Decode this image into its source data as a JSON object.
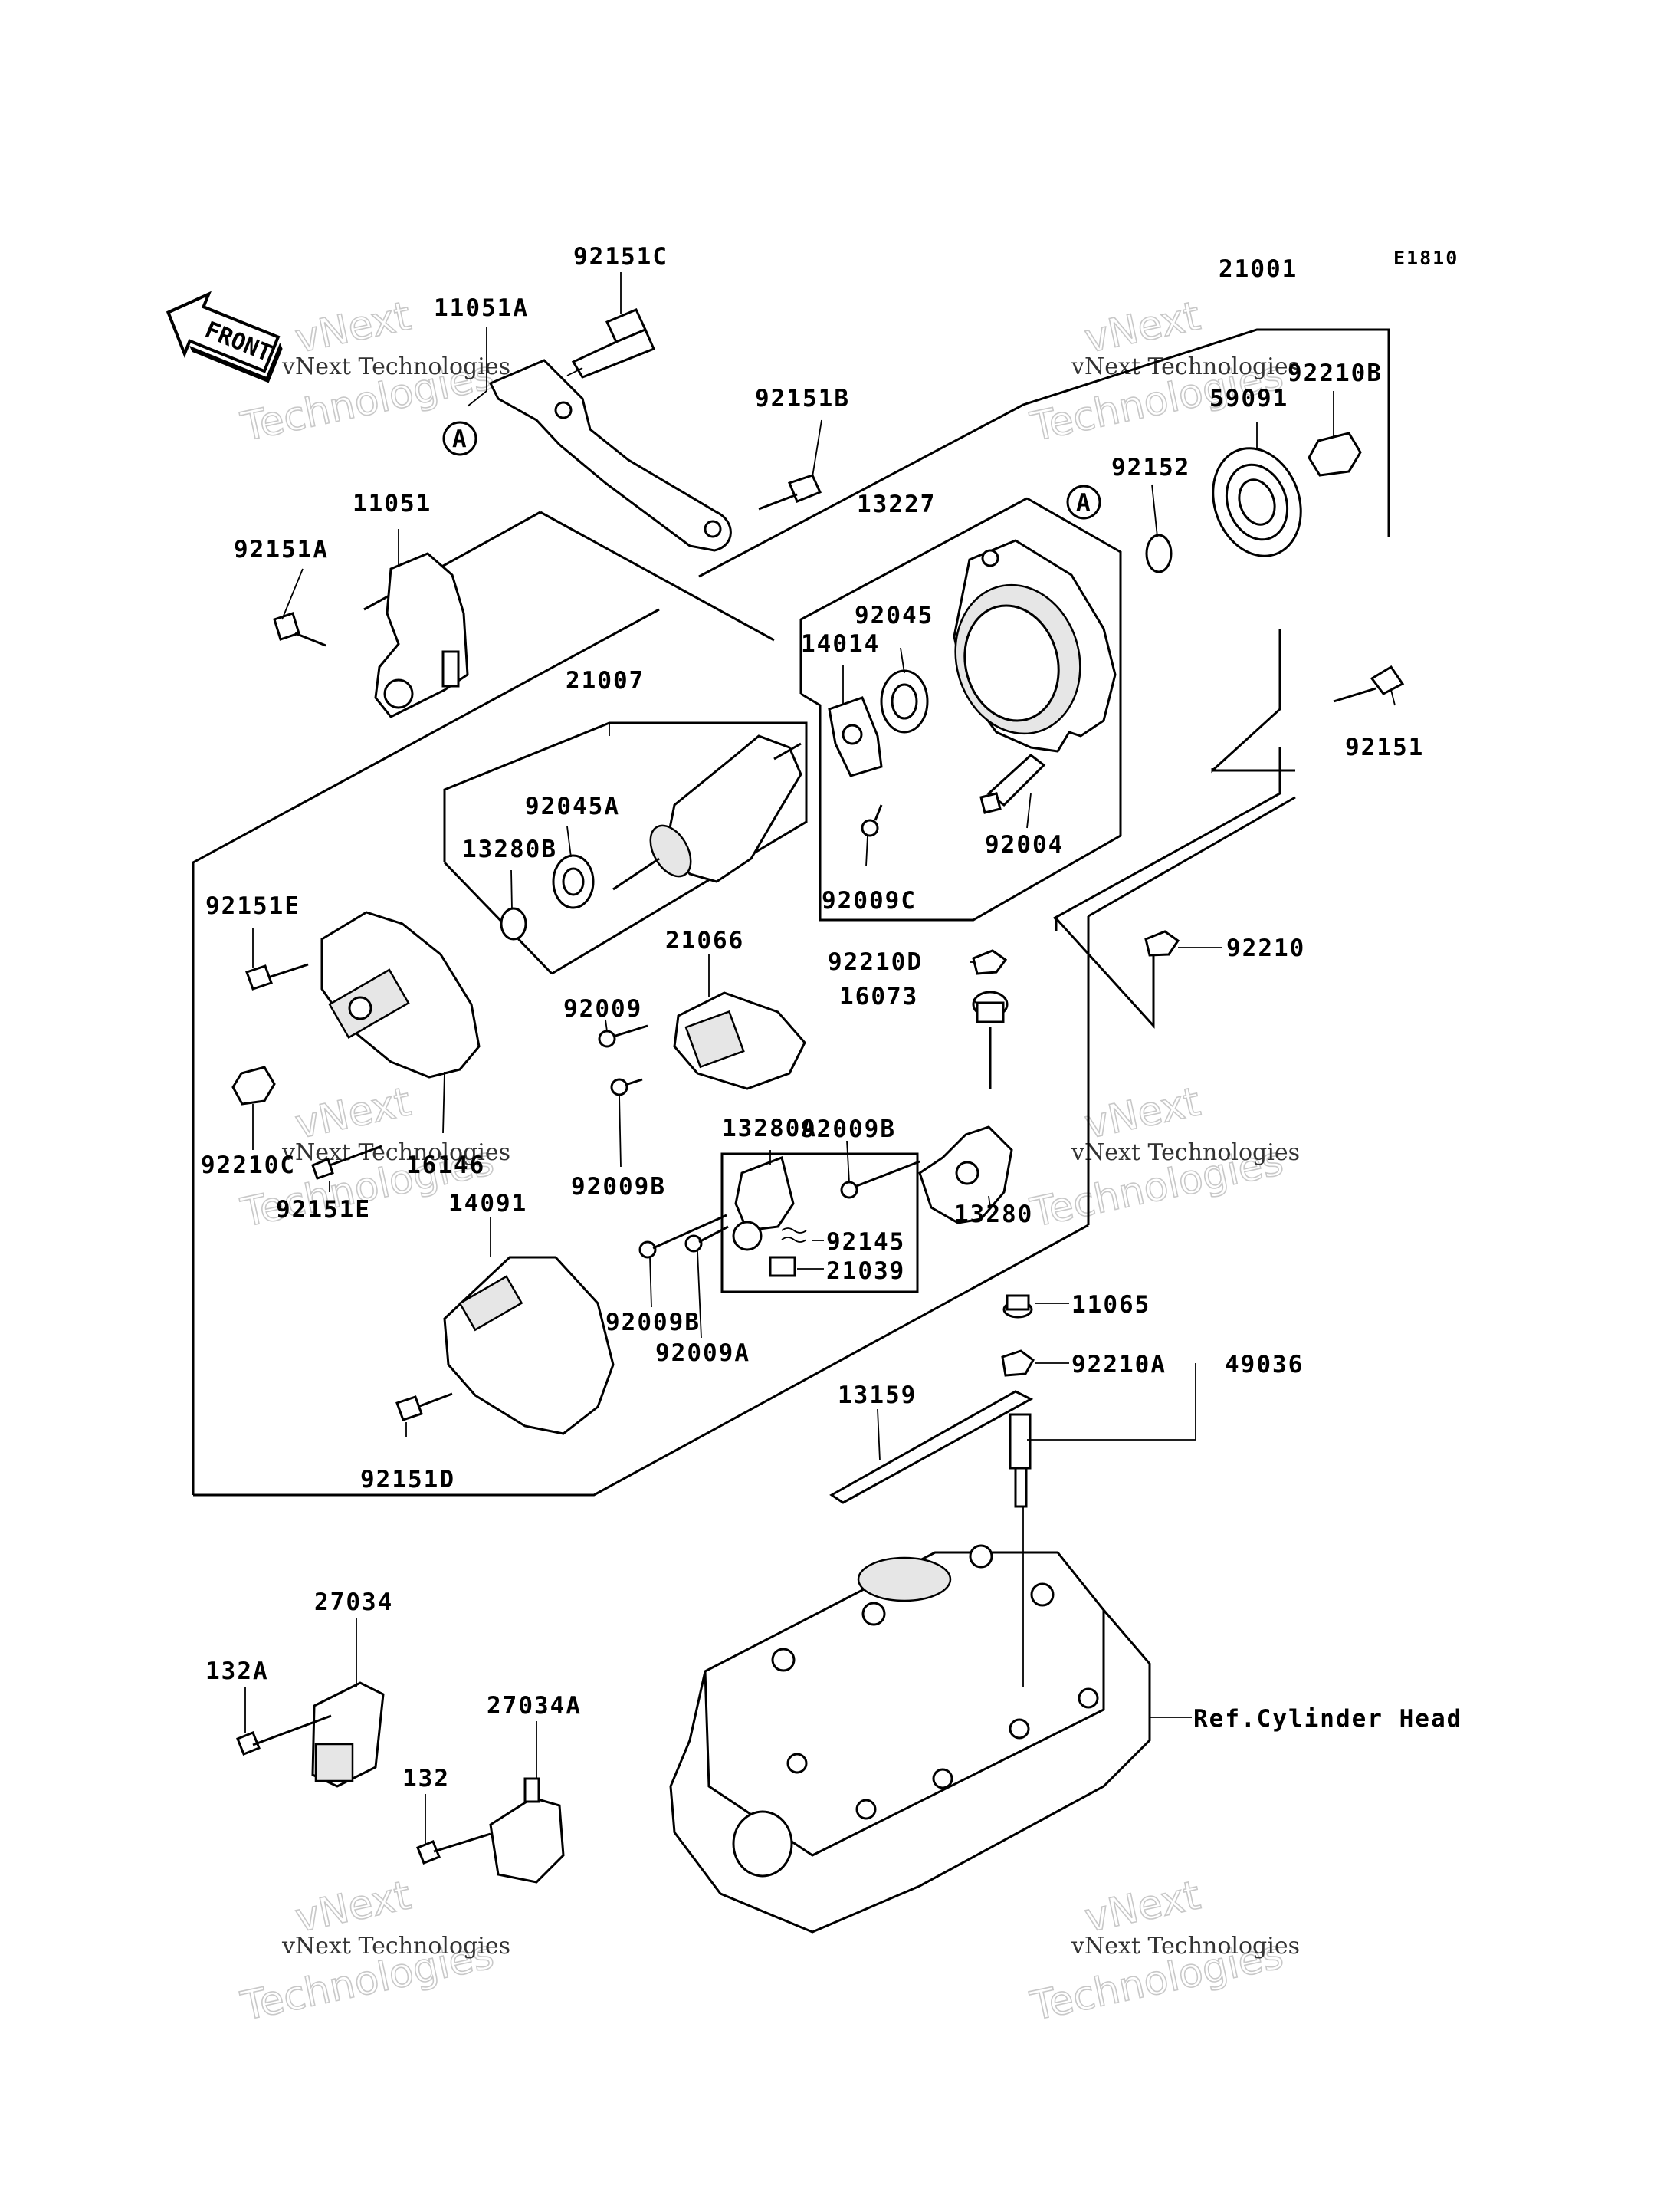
{
  "diagram_code": "E1810",
  "front_label": "FRONT",
  "callouts": {
    "c92151C": "92151C",
    "c11051A": "11051A",
    "cA1": "A",
    "c92151B": "92151B",
    "c11051": "11051",
    "c92151A": "92151A",
    "c21001": "21001",
    "c92210B": "92210B",
    "c59091": "59091",
    "c92152": "92152",
    "c13227": "13227",
    "cA2": "A",
    "c92045": "92045",
    "c14014": "14014",
    "c92151": "92151",
    "c21007": "21007",
    "c92045A": "92045A",
    "c13280B": "13280B",
    "c92004": "92004",
    "c92009C": "92009C",
    "c92151E_top": "92151E",
    "c21066": "21066",
    "c92210D": "92210D",
    "c92210": "92210",
    "c16073": "16073",
    "c92009": "92009",
    "c13280A": "13280A",
    "c92009B_1": "92009B",
    "c92210C": "92210C",
    "c16146": "16146",
    "c92151E_bot": "92151E",
    "c92009B_2": "92009B",
    "c13280": "13280",
    "c14091": "14091",
    "c92145": "92145",
    "c21039": "21039",
    "c92009B_3": "92009B",
    "c92009A": "92009A",
    "c11065": "11065",
    "c92210A": "92210A",
    "c49036": "49036",
    "c13159": "13159",
    "c92151D": "92151D",
    "c27034": "27034",
    "c132A": "132A",
    "c27034A": "27034A",
    "c132": "132",
    "cRef": "Ref.Cylinder Head"
  },
  "watermark": {
    "line1": "vNext Technologies",
    "line2": "Technologies",
    "line3": "vNext"
  }
}
